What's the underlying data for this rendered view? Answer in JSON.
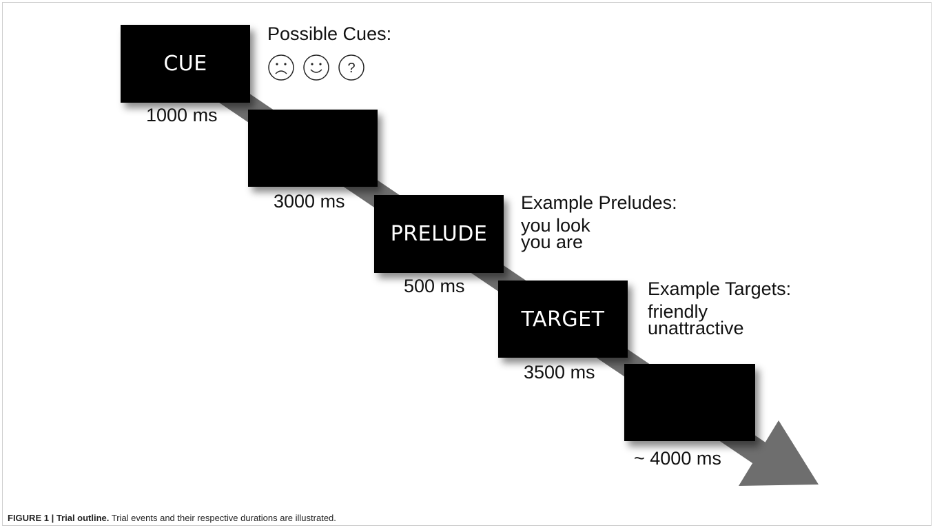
{
  "steps": [
    {
      "screen_label": "CUE",
      "duration": "1000 ms"
    },
    {
      "screen_label": "",
      "duration": "3000 ms"
    },
    {
      "screen_label": "PRELUDE",
      "duration": "500 ms"
    },
    {
      "screen_label": "TARGET",
      "duration": "3500 ms"
    },
    {
      "screen_label": "",
      "duration": "~ 4000 ms"
    }
  ],
  "cues": {
    "title": "Possible Cues:",
    "icons": [
      "sad-face-icon",
      "happy-face-icon",
      "question-mark-icon"
    ],
    "question_glyph": "?"
  },
  "preludes": {
    "title": "Example Preludes:",
    "items": [
      "you look",
      "you are"
    ]
  },
  "targets": {
    "title": "Example Targets:",
    "items": [
      "friendly",
      "unattractive"
    ]
  },
  "caption": {
    "label": "FIGURE 1 | Trial outline.",
    "text": " Trial events and their respective durations are illustrated."
  },
  "colors": {
    "screen": "#000000",
    "arrow": "#6e6e6e",
    "text": "#111111"
  }
}
